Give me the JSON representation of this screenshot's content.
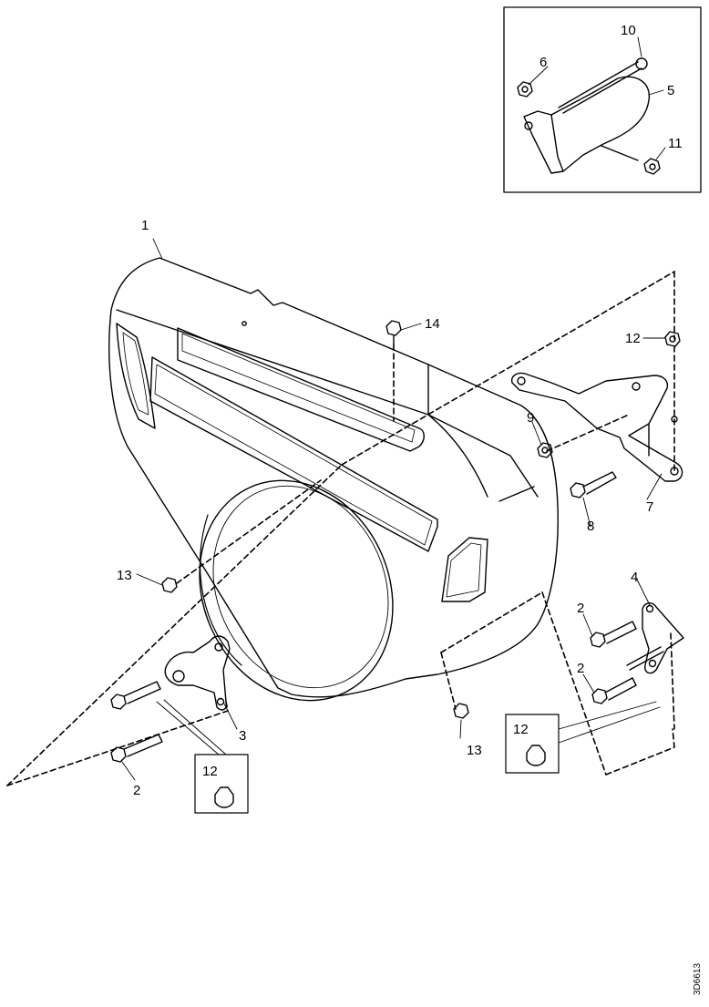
{
  "diagram": {
    "kind": "exploded parts diagram",
    "callouts": {
      "c1": "1",
      "c2a": "2",
      "c2b": "2",
      "c2c": "2",
      "c3": "3",
      "c4": "4",
      "c5": "5",
      "c6": "6",
      "c7": "7",
      "c8": "8",
      "c9": "9",
      "c10": "10",
      "c11": "11",
      "c12a": "12",
      "c12b": "12",
      "c12c": "12",
      "c13a": "13",
      "c13b": "13",
      "c14": "14"
    },
    "drawing_code": "3D6613"
  }
}
